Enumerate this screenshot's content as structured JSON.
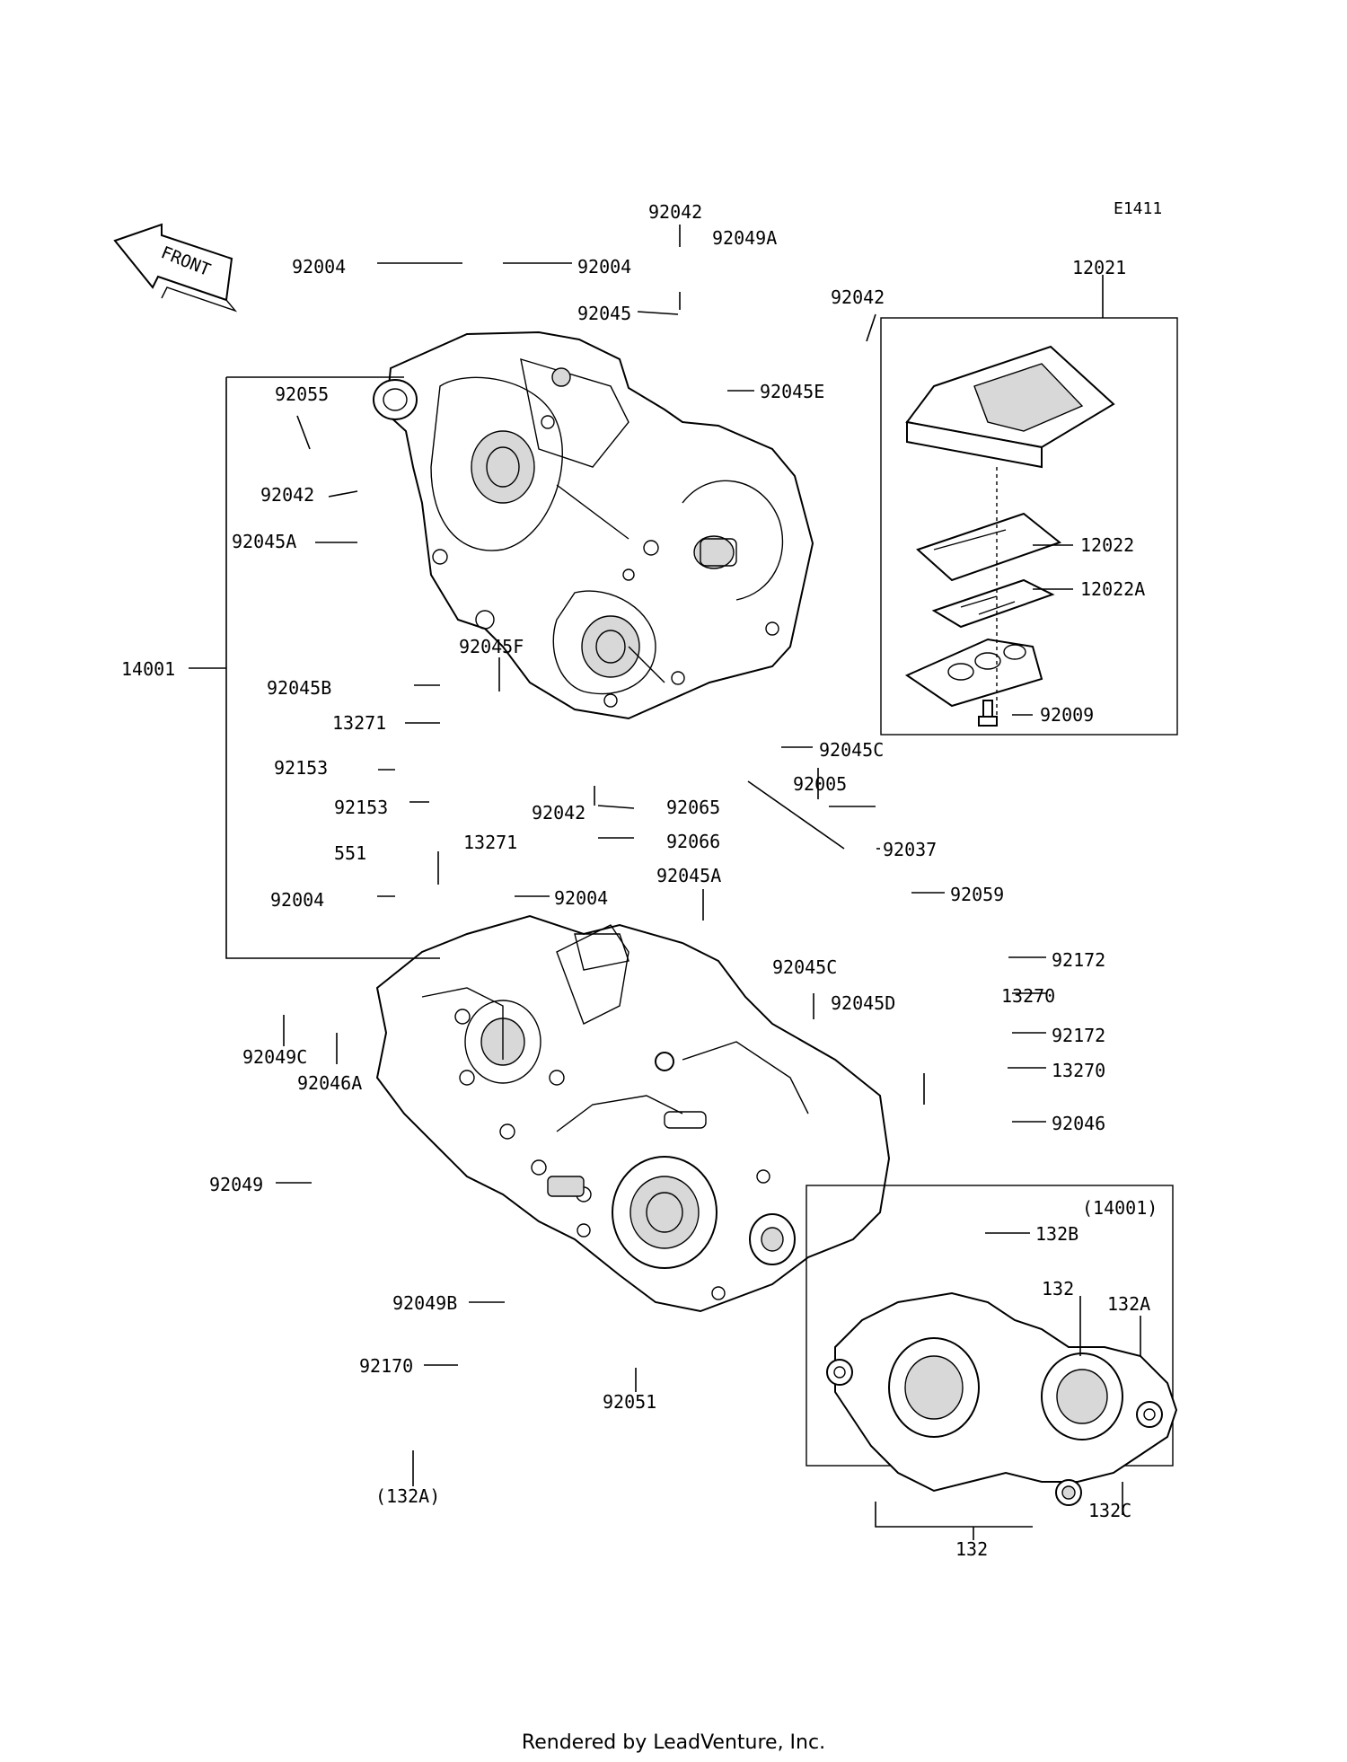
{
  "diagram_id": "E1411",
  "front_label": "FRONT",
  "inset_label": "(14001)",
  "footer": "Rendered by LeadVenture, Inc.",
  "callouts": [
    {
      "id": "c1",
      "text": "92004"
    },
    {
      "id": "c2",
      "text": "92004"
    },
    {
      "id": "c3",
      "text": "92042"
    },
    {
      "id": "c4",
      "text": "92049A"
    },
    {
      "id": "c5",
      "text": "92045"
    },
    {
      "id": "c6",
      "text": "92042"
    },
    {
      "id": "c7",
      "text": "12021"
    },
    {
      "id": "c8",
      "text": "92055"
    },
    {
      "id": "c9",
      "text": "92045E"
    },
    {
      "id": "c10",
      "text": "92042"
    },
    {
      "id": "c11",
      "text": "92045A"
    },
    {
      "id": "c12",
      "text": "12022"
    },
    {
      "id": "c13",
      "text": "12022A"
    },
    {
      "id": "c14",
      "text": "14001"
    },
    {
      "id": "c15",
      "text": "92045F"
    },
    {
      "id": "c16",
      "text": "92045B"
    },
    {
      "id": "c17",
      "text": "13271"
    },
    {
      "id": "c18",
      "text": "92009"
    },
    {
      "id": "c19",
      "text": "92153"
    },
    {
      "id": "c20",
      "text": "92045C"
    },
    {
      "id": "c21",
      "text": "92005"
    },
    {
      "id": "c22",
      "text": "92153"
    },
    {
      "id": "c23",
      "text": "92042"
    },
    {
      "id": "c24",
      "text": "92065"
    },
    {
      "id": "c25",
      "text": "13271"
    },
    {
      "id": "c26",
      "text": "92066"
    },
    {
      "id": "c27",
      "text": "92037"
    },
    {
      "id": "c28",
      "text": "551"
    },
    {
      "id": "c29",
      "text": "92045A"
    },
    {
      "id": "c30",
      "text": "92004"
    },
    {
      "id": "c31",
      "text": "92004"
    },
    {
      "id": "c32",
      "text": "92059"
    },
    {
      "id": "c33",
      "text": "92172"
    },
    {
      "id": "c34",
      "text": "92045C"
    },
    {
      "id": "c35",
      "text": "13270"
    },
    {
      "id": "c36",
      "text": "92045D"
    },
    {
      "id": "c37",
      "text": "92049C"
    },
    {
      "id": "c38",
      "text": "92172"
    },
    {
      "id": "c39",
      "text": "92046A"
    },
    {
      "id": "c40",
      "text": "13270"
    },
    {
      "id": "c41",
      "text": "92046"
    },
    {
      "id": "c42",
      "text": "92049"
    },
    {
      "id": "c43",
      "text": "132B"
    },
    {
      "id": "c44",
      "text": "132"
    },
    {
      "id": "c45",
      "text": "132A"
    },
    {
      "id": "c46",
      "text": "92049B"
    },
    {
      "id": "c47",
      "text": "92170"
    },
    {
      "id": "c48",
      "text": "92051"
    },
    {
      "id": "c49",
      "text": "132C"
    },
    {
      "id": "c50",
      "text": "132"
    },
    {
      "id": "c51",
      "text": "(132A)"
    }
  ]
}
